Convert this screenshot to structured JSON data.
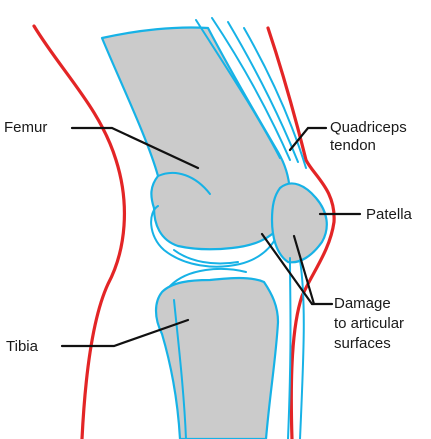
{
  "labels": {
    "femur": "Femur",
    "quadriceps_line1": "Quadriceps",
    "quadriceps_line2": "tendon",
    "patella": "Patella",
    "damage_line1": "Damage",
    "damage_line2": "to articular",
    "damage_line3": "surfaces",
    "tibia": "Tibia"
  },
  "colors": {
    "skin": "#e32526",
    "bone_fill": "#cbcbcb",
    "bone_outline": "#17b2e6",
    "leader": "#111111"
  }
}
